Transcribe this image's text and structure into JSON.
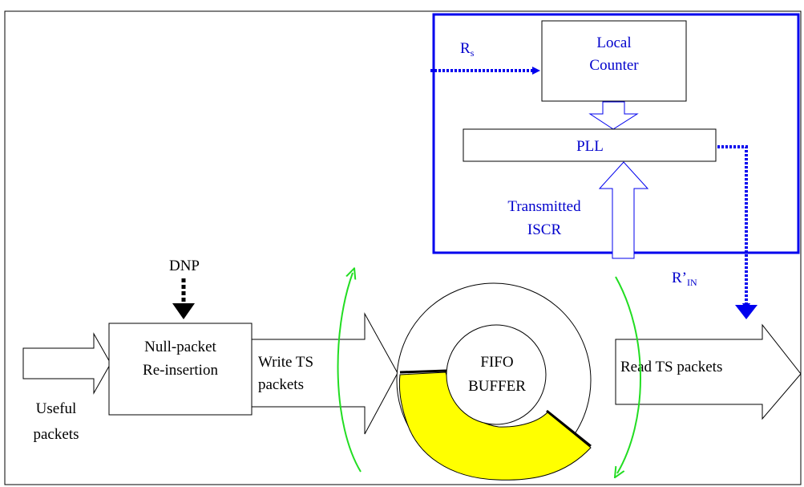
{
  "labels": {
    "rs_main": "R",
    "rs_sub": "s",
    "local_counter_line1": "Local",
    "local_counter_line2": "Counter",
    "pll": "PLL",
    "transmitted_line1": "Transmitted",
    "transmitted_line2": "ISCR",
    "rin_main": "R’",
    "rin_sub": "IN",
    "dnp": "DNP",
    "null_packet_line1": "Null-packet",
    "null_packet_line2": "Re-insertion",
    "write_line1": "Write  TS",
    "write_line2": "packets",
    "fifo_line1": "FIFO",
    "fifo_line2": "BUFFER",
    "read": "Read  TS packets",
    "useful_line1": "Useful",
    "useful_line2": "packets"
  },
  "colors": {
    "blue": "#0000ee",
    "label_blue": "#0000cc",
    "green": "#22dd22",
    "fill_yellow": "#ffff00",
    "outline": "#000000"
  }
}
